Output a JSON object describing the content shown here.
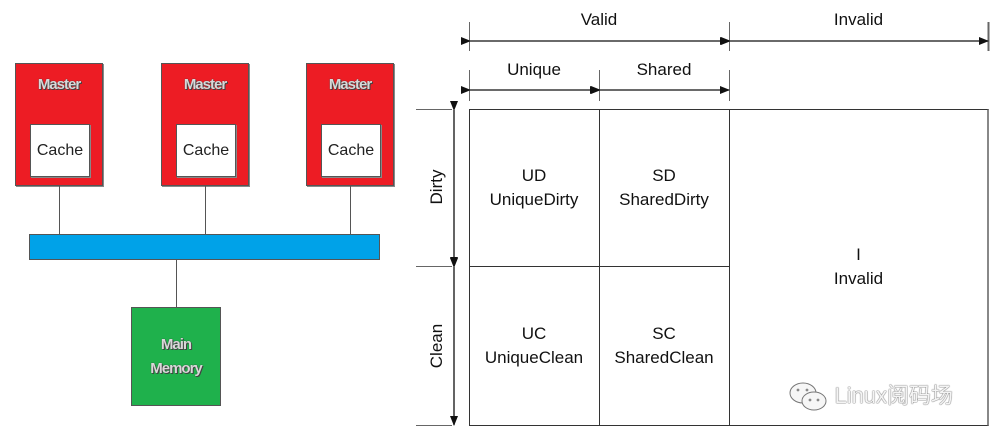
{
  "left_diagram": {
    "masters": [
      {
        "label": "Master",
        "cache_label": "Cache"
      },
      {
        "label": "Master",
        "cache_label": "Cache"
      },
      {
        "label": "Master",
        "cache_label": "Cache"
      }
    ],
    "bus": {
      "color": "#00a2e8"
    },
    "memory": {
      "line1": "Main",
      "line2": "Memory",
      "color": "#1fb14c"
    },
    "master_color": "#ed1c24"
  },
  "right_diagram": {
    "top_dimension": {
      "valid": "Valid",
      "invalid": "Invalid"
    },
    "sub_dimension": {
      "unique": "Unique",
      "shared": "Shared"
    },
    "row_labels": {
      "dirty": "Dirty",
      "clean": "Clean"
    },
    "cells": {
      "ud": {
        "abbr": "UD",
        "name": "UniqueDirty"
      },
      "sd": {
        "abbr": "SD",
        "name": "SharedDirty"
      },
      "uc": {
        "abbr": "UC",
        "name": "UniqueClean"
      },
      "sc": {
        "abbr": "SC",
        "name": "SharedClean"
      },
      "i": {
        "abbr": "I",
        "name": "Invalid"
      }
    }
  },
  "watermark": {
    "text": "Linux阅码场"
  }
}
